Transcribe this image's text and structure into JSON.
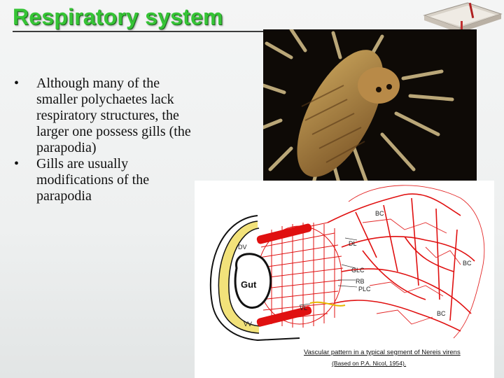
{
  "title": "Respiratory system",
  "bullets": [
    {
      "marker": "•",
      "text": "Although many of the smaller polychaetes lack respiratory structures, the larger one possess gills (the parapodia)"
    },
    {
      "marker": "•",
      "text": " Gills are usually modifications of the parapodia"
    }
  ],
  "diagram": {
    "labels": {
      "bc_top": "BC",
      "dv": "DV",
      "dl": "DL",
      "bc_right": "BC",
      "gut": "Gut",
      "glc": "GLC",
      "rb": "RB",
      "plc": "PLC",
      "vl": "VL",
      "bc_bottom": "BC",
      "vv": "VV"
    },
    "caption_line1": "Vascular pattern in a typical segment of Nereis virens",
    "caption_line2": "(Based on P.A. Nicol, 1954)."
  },
  "colors": {
    "title": "#36c436",
    "vessel": "#e01010",
    "yellow_wall": "#f2e27a"
  }
}
